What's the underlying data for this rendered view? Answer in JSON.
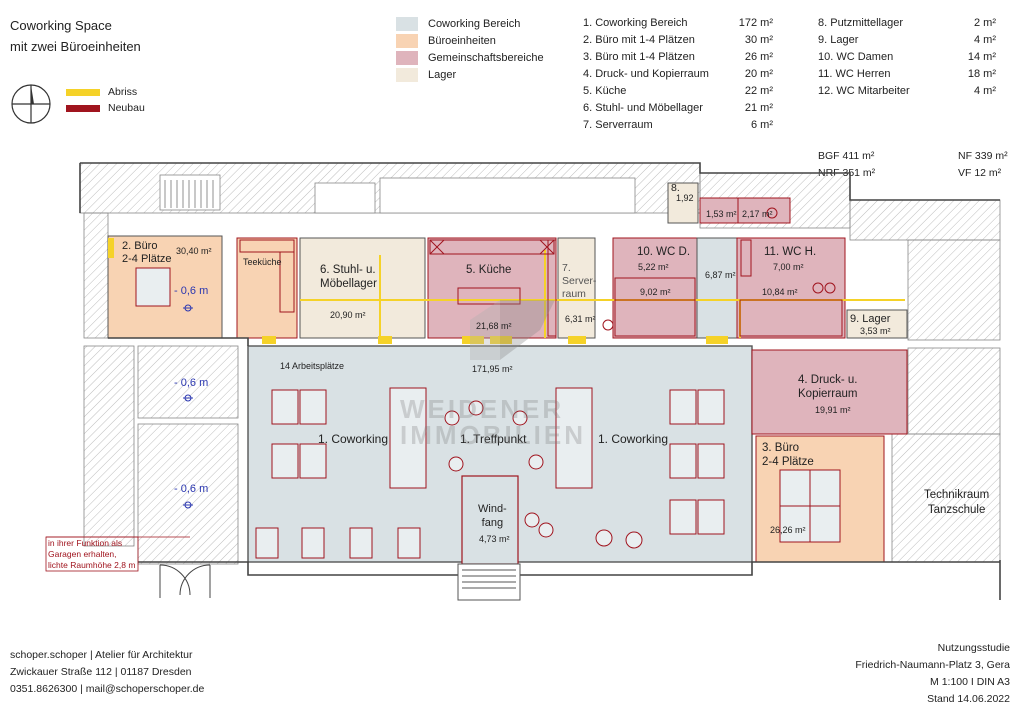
{
  "header": {
    "title_line1": "Coworking Space",
    "title_line2": "mit zwei Büroeinheiten"
  },
  "legend_lines": [
    {
      "label": "Abriss",
      "color": "#f5d228"
    },
    {
      "label": "Neubau",
      "color": "#a0141e"
    }
  ],
  "legend_areas": [
    {
      "label": "Coworking Bereich",
      "color": "#d9e1e4"
    },
    {
      "label": "Büroeinheiten",
      "color": "#f8d3b3"
    },
    {
      "label": "Gemeinschaftsbereiche",
      "color": "#dfb4bc"
    },
    {
      "label": "Lager",
      "color": "#f2eadc"
    }
  ],
  "room_list_left": [
    {
      "name": "1. Coworking Bereich",
      "area": "172 m²"
    },
    {
      "name": "2. Büro mit 1-4 Plätzen",
      "area": "30 m²"
    },
    {
      "name": "3. Büro mit 1-4 Plätzen",
      "area": "26 m²"
    },
    {
      "name": "4. Druck- und Kopierraum",
      "area": "20 m²"
    },
    {
      "name": "5. Küche",
      "area": "22 m²"
    },
    {
      "name": "6. Stuhl- und Möbellager",
      "area": "21 m²"
    },
    {
      "name": "7. Serverraum",
      "area": "6 m²"
    }
  ],
  "room_list_right": [
    {
      "name": "8. Putzmittellager",
      "area": "2 m²"
    },
    {
      "name": "9. Lager",
      "area": "4 m²"
    },
    {
      "name": "10. WC Damen",
      "area": "14 m²"
    },
    {
      "name": "11. WC Herren",
      "area": "18 m²"
    },
    {
      "name": "12. WC Mitarbeiter",
      "area": "4 m²"
    }
  ],
  "stats": {
    "bgf": "BGF 411 m²",
    "nrf": "NRF 351 m²",
    "nf": "NF  339 m²",
    "vf": "VF 12 m²"
  },
  "plan": {
    "buero2_title": "2. Büro\n2-4 Plätze",
    "buero2_area": "30,40 m²",
    "teekueche": "Teeküche",
    "level1": "- 0,6 m",
    "level2": "- 0,6 m",
    "level3": "- 0,6 m",
    "stuhl_title": "6. Stuhl- u.\nMöbellager",
    "stuhl_area": "20,90 m²",
    "kueche_title": "5. Küche",
    "kueche_area": "21,68 m²",
    "server_title": "7.\nServer-\nraum",
    "server_area": "6,31 m²",
    "putz_title": "8.",
    "putz_area": "1,92",
    "wc_small1": "1,53 m²",
    "wc_small2": "2,17 m²",
    "wcd_title": "10. WC D.",
    "wcd_area": "5,22 m²",
    "wcd_area2": "9,02 m²",
    "flur_area": "6,87 m²",
    "wch_title": "11. WC H.",
    "wch_area": "7,00 m²",
    "wch_area2": "10,84 m²",
    "lager_title": "9. Lager",
    "lager_area": "3,53 m²",
    "arbeitsplaetze": "14 Arbeitsplätze",
    "cow_area": "171,95 m²",
    "cow_left": "1. Coworking",
    "treffpunkt": "1. Treffpunkt",
    "cow_right": "1. Coworking",
    "druck_title": "4. Druck- u.\nKopierraum",
    "druck_area": "19,91 m²",
    "buero3_title": "3. Büro\n2-4 Plätze",
    "buero3_area": "26,26 m²",
    "windfang_title": "Wind-\nfang",
    "windfang_area": "4,73 m²",
    "technik": "Technikraum\nTanzschule",
    "garage_note": "in ihrer Funktion als\nGaragen erhalten,\nlichte Raumhöhe 2,8 m",
    "watermark": "WEIDENER\nIMMOBILIEN"
  },
  "footer_left": [
    "schoper.schoper | Atelier für Architektur",
    "Zwickauer Straße 112 | 01187 Dresden",
    "0351.8626300 | mail@schoperschoper.de"
  ],
  "footer_right": [
    "Nutzungsstudie",
    "Friedrich-Naumann-Platz 3, Gera",
    "M 1:100 I DIN A3",
    "Stand 14.06.2022"
  ]
}
